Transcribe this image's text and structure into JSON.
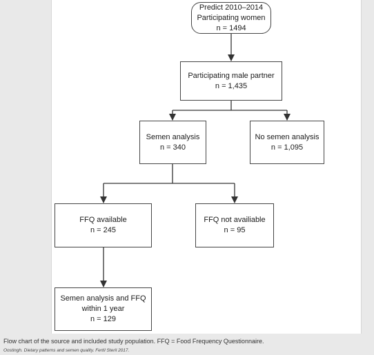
{
  "nodes": {
    "start": {
      "lines": [
        "Predict 2010–2014",
        "Participating women",
        "n = 1494"
      ]
    },
    "male": {
      "lines": [
        "Participating male partner",
        "n = 1,435"
      ]
    },
    "semen": {
      "lines": [
        "Semen analysis",
        "n = 340"
      ]
    },
    "nosemen": {
      "lines": [
        "No semen analysis",
        "n = 1,095"
      ]
    },
    "ffq": {
      "lines": [
        "FFQ available",
        "n = 245"
      ]
    },
    "noffq": {
      "lines": [
        "FFQ not availiable",
        "n = 95"
      ]
    },
    "final": {
      "lines": [
        "Semen analysis and FFQ",
        "within 1 year",
        "n = 129"
      ]
    }
  },
  "caption": "Flow chart of the source and included study population. FFQ = Food Frequency Questionnaire.",
  "source": "Oostingh. Dietary patterns and semen quality. Fertil Steril 2017."
}
